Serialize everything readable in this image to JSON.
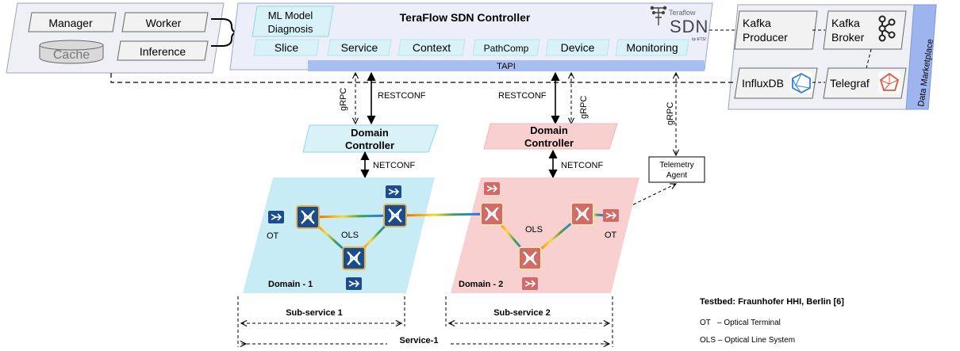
{
  "left_panel": {
    "manager": "Manager",
    "worker": "Worker",
    "cache": "Cache",
    "inference": "Inference"
  },
  "controller": {
    "title": "TeraFlow SDN Controller",
    "ml_module_line1": "ML Model",
    "ml_module_line2": "Diagnosis",
    "modules": [
      "Slice",
      "Service",
      "Context",
      "PathComp",
      "Device",
      "Monitoring"
    ],
    "tapi": "TAPI",
    "logo_small": "Teraflow",
    "logo_big": "SDN",
    "logo_by": "by ETSI"
  },
  "marketplace": {
    "label": "Data Marketplace",
    "kafka_producer_line1": "Kafka",
    "kafka_producer_line2": "Producer",
    "kafka_broker_line1": "Kafka",
    "kafka_broker_line2": "Broker",
    "influxdb": "InfluxDB",
    "telegraf": "Telegraf"
  },
  "links": {
    "grpc": "gRPC",
    "restconf": "RESTCONF",
    "netconf": "NETCONF"
  },
  "domain1": {
    "controller_line1": "Domain",
    "controller_line2": "Controller",
    "ot": "OT",
    "ols": "OLS",
    "label": "Domain - 1"
  },
  "domain2": {
    "controller_line1": "Domain",
    "controller_line2": "Controller",
    "ot": "OT",
    "ols": "OLS",
    "label": "Domain - 2"
  },
  "telemetry": {
    "line1": "Telemetry",
    "line2": "Agent"
  },
  "services": {
    "sub1": "Sub-service 1",
    "sub2": "Sub-service 2",
    "total": "Service-1"
  },
  "legend": {
    "testbed": "Testbed: Fraunhofer HHI, Berlin [6]",
    "ot": "OT   – Optical Terminal",
    "ols": "OLS – Optical Line System"
  },
  "colors": {
    "controller_bg": "#eceff9",
    "module_bg": "#d8f2f8",
    "tapi_bar": "#a9bef0",
    "domain1_bg": "#c7ecf6",
    "domain2_bg": "#f8d0d0",
    "node_blue": "#1b4c8c",
    "node_red": "#cf6b68"
  }
}
